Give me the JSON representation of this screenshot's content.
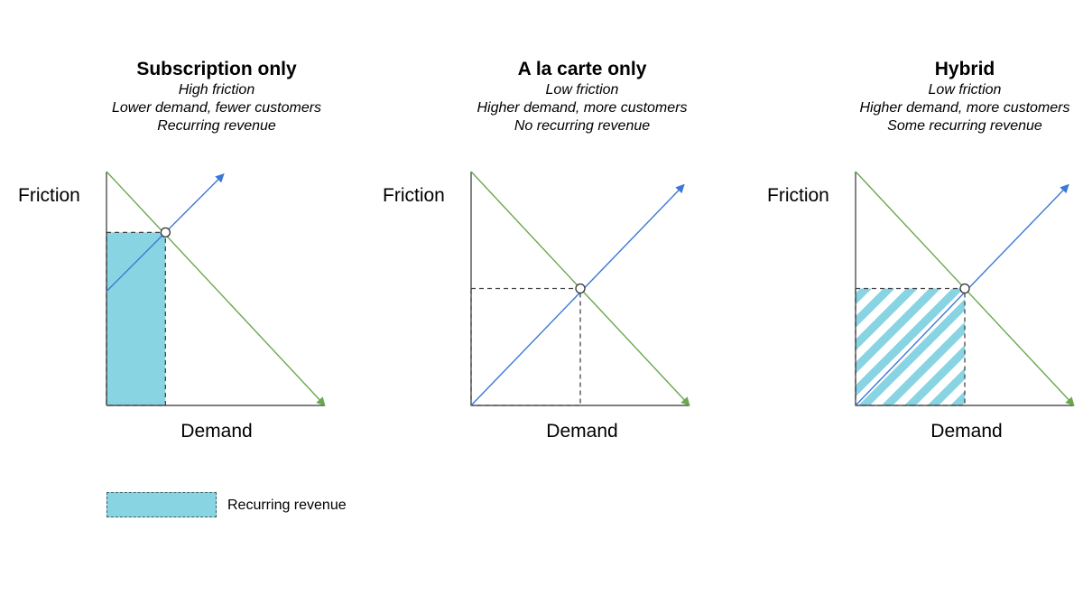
{
  "colors": {
    "demand_line": "#6aa84f",
    "supply_arrow": "#3c78d8",
    "recurring_fill": "#88d4e3",
    "axis": "#333333",
    "dashed_box": "#444444"
  },
  "panels": [
    {
      "id": "subscription",
      "title": "Subscription only",
      "lines": [
        "High friction",
        "Lower demand, fewer customers",
        "Recurring revenue"
      ],
      "y_axis_label": "Friction",
      "x_axis_label": "Demand",
      "revenue_area": "solid",
      "equilibrium": {
        "demand": 0.27,
        "friction": 0.74
      }
    },
    {
      "id": "alacarte",
      "title": "A la carte only",
      "lines": [
        "Low friction",
        "Higher demand, more customers",
        "No recurring revenue"
      ],
      "y_axis_label": "Friction",
      "x_axis_label": "Demand",
      "revenue_area": "none",
      "equilibrium": {
        "demand": 0.5,
        "friction": 0.5
      }
    },
    {
      "id": "hybrid",
      "title": "Hybrid",
      "lines": [
        "Low friction",
        "Higher demand, more customers",
        "Some recurring revenue"
      ],
      "y_axis_label": "Friction",
      "x_axis_label": "Demand",
      "revenue_area": "striped",
      "equilibrium": {
        "demand": 0.5,
        "friction": 0.5
      }
    }
  ],
  "legend": {
    "label": "Recurring revenue"
  }
}
